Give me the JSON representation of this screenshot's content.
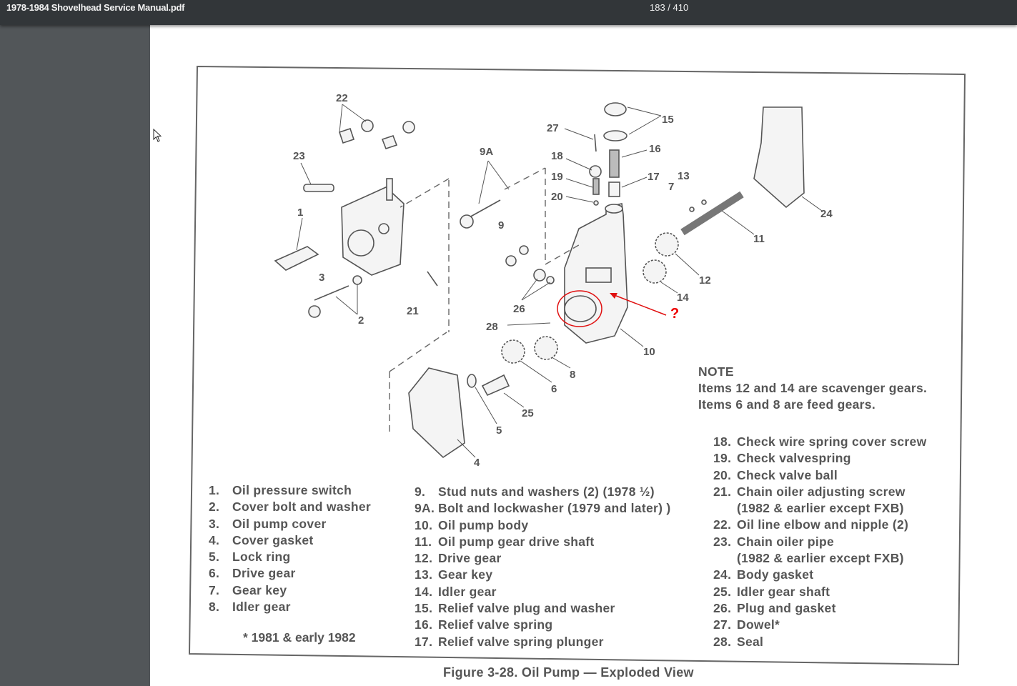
{
  "viewer": {
    "document_title": "1978-1984 Shovelhead Service Manual.pdf",
    "page_indicator": "183 / 410"
  },
  "figure": {
    "caption": "Figure 3-28. Oil Pump — Exploded View",
    "callouts": [
      "22",
      "23",
      "1",
      "3",
      "2",
      "21",
      "9A",
      "9",
      "26",
      "28",
      "27",
      "18",
      "19",
      "20",
      "15",
      "16",
      "17",
      "7",
      "13",
      "11",
      "24",
      "12",
      "14",
      "10",
      "8",
      "6",
      "25",
      "5",
      "4"
    ],
    "annotation": {
      "mark": "?",
      "color": "#e01010"
    },
    "note": {
      "title": "NOTE",
      "lines": [
        "Items 12 and 14 are scavenger gears.",
        "Items 6 and 8 are feed gears."
      ]
    },
    "legend_col1": [
      {
        "n": "1.",
        "t": "Oil pressure switch"
      },
      {
        "n": "2.",
        "t": "Cover bolt and washer"
      },
      {
        "n": "3.",
        "t": "Oil pump cover"
      },
      {
        "n": "4.",
        "t": "Cover gasket"
      },
      {
        "n": "5.",
        "t": "Lock ring"
      },
      {
        "n": "6.",
        "t": "Drive gear"
      },
      {
        "n": "7.",
        "t": "Gear key"
      },
      {
        "n": "8.",
        "t": "Idler gear"
      }
    ],
    "footnote": "* 1981 & early 1982",
    "legend_col2": [
      {
        "n": "9.",
        "t": "Stud nuts and washers (2) (1978 ½)"
      },
      {
        "n": "9A.",
        "t": "Bolt and lockwasher (1979 and later)  )"
      },
      {
        "n": "10.",
        "t": "Oil pump body"
      },
      {
        "n": "11.",
        "t": "Oil pump gear drive shaft"
      },
      {
        "n": "12.",
        "t": "Drive gear"
      },
      {
        "n": "13.",
        "t": "Gear key"
      },
      {
        "n": "14.",
        "t": "Idler gear"
      },
      {
        "n": "15.",
        "t": "Relief valve plug and washer"
      },
      {
        "n": "16.",
        "t": "Relief valve spring"
      },
      {
        "n": "17.",
        "t": "Relief valve spring plunger"
      }
    ],
    "legend_col3": [
      {
        "n": "18.",
        "t": "Check wire spring cover screw"
      },
      {
        "n": "19.",
        "t": "Check valvespring"
      },
      {
        "n": "20.",
        "t": "Check valve ball"
      },
      {
        "n": "21.",
        "t": "Chain oiler adjusting screw"
      },
      {
        "n": "",
        "t": "(1982 & earlier except FXB)"
      },
      {
        "n": "22.",
        "t": "Oil line elbow and nipple (2)"
      },
      {
        "n": "23.",
        "t": "Chain oiler pipe"
      },
      {
        "n": "",
        "t": "(1982 & earlier except FXB)"
      },
      {
        "n": "24.",
        "t": "Body gasket"
      },
      {
        "n": "25.",
        "t": "Idler gear shaft"
      },
      {
        "n": "26.",
        "t": "Plug and gasket"
      },
      {
        "n": "27.",
        "t": "Dowel*"
      },
      {
        "n": "28.",
        "t": "Seal"
      }
    ]
  }
}
